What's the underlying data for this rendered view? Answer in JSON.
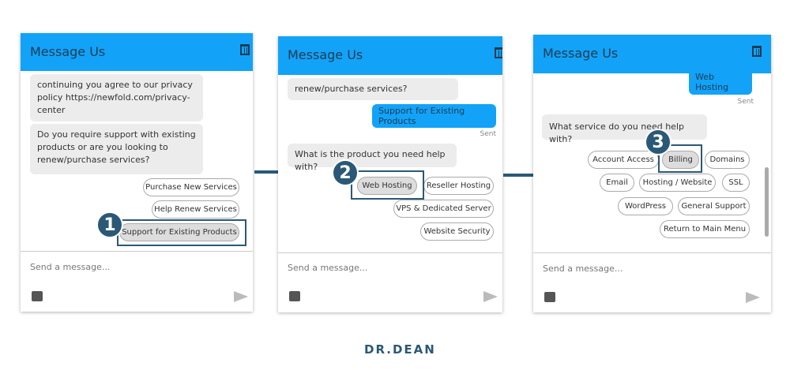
{
  "header_title": "Message Us",
  "input_placeholder": "Send a message...",
  "sent_label": "Sent",
  "panel1": {
    "msg_top": "continuing you agree to our privacy policy ",
    "link": "https://newfold.com/privacy-center",
    "msg2": "Do you require support with existing products or are you looking to renew/purchase services?",
    "options": [
      "Purchase New Services",
      "Help Renew Services",
      "Support for Existing Products"
    ],
    "step": "1"
  },
  "panel2": {
    "msg_top": "renew/purchase services?",
    "sent": "Support for Existing Products",
    "msg2": "What is the product you need help with?",
    "options": [
      "Web Hosting",
      "Reseller Hosting",
      "VPS & Dedicated Server",
      "Website Security"
    ],
    "step": "2"
  },
  "panel3": {
    "sent": "Web Hosting",
    "msg2": "What service do you need help with?",
    "options": [
      "Account Access",
      "Billing",
      "Domains",
      "Email",
      "Hosting / Website",
      "SSL",
      "WordPress",
      "General Support",
      "Return to Main Menu"
    ],
    "step": "3"
  },
  "logo": "DR.DEAN",
  "colors": {
    "header": "#12a3f8",
    "accent": "#2b5877"
  }
}
